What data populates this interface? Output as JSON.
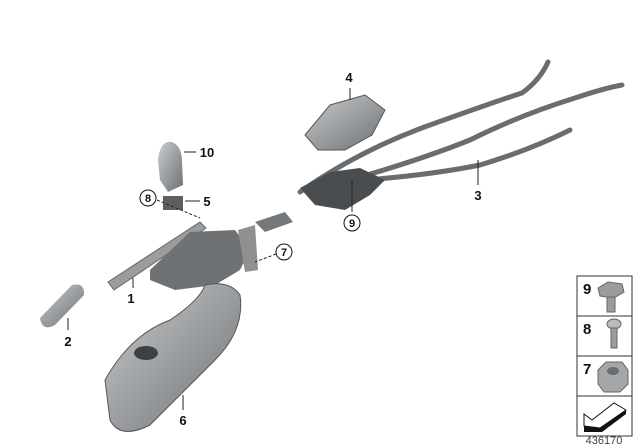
{
  "diagram": {
    "callouts": [
      {
        "num": "1",
        "circled": false
      },
      {
        "num": "2",
        "circled": false
      },
      {
        "num": "3",
        "circled": false
      },
      {
        "num": "4",
        "circled": false
      },
      {
        "num": "5",
        "circled": false
      },
      {
        "num": "6",
        "circled": false
      },
      {
        "num": "7",
        "circled": true
      },
      {
        "num": "8",
        "circled": true
      },
      {
        "num": "9",
        "circled": true
      },
      {
        "num": "10",
        "circled": false
      }
    ],
    "legend": [
      {
        "num": "9",
        "part": "hex-flange-bolt-icon"
      },
      {
        "num": "8",
        "part": "pan-head-screw-icon"
      },
      {
        "num": "7",
        "part": "hex-nut-icon"
      }
    ],
    "diagram_id": "436170",
    "colors": {
      "part": "#8a8c8e",
      "part_dark": "#55585a",
      "line": "#222222"
    }
  }
}
